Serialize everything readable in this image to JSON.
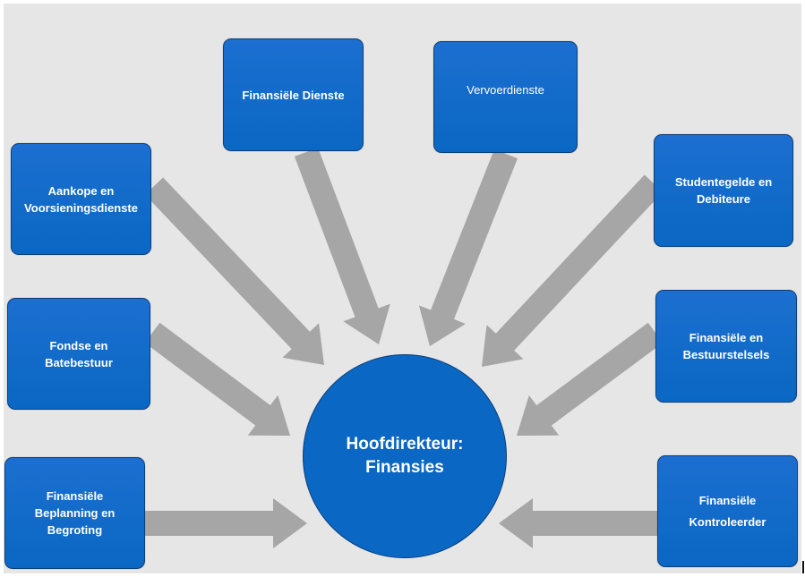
{
  "colors": {
    "box_fill": "#0a67c3",
    "box_fill_top": "#1c6fd0",
    "arrow": "#a6a6a6",
    "background": "#e6e6e6"
  },
  "center": {
    "label": "Hoofdirekteur:\nFinansies"
  },
  "departments": [
    {
      "id": "finansiele-dienste",
      "label": "Finansiële Dienste"
    },
    {
      "id": "vervoerdienste",
      "label": "Vervoerdienste"
    },
    {
      "id": "aankope-en-voorsieningsdienste",
      "label": "Aankope en\nVoorsieningsdienste"
    },
    {
      "id": "studentegelde-en-debiteure",
      "label": "Studentegelde  en\nDebiteure"
    },
    {
      "id": "fondse-en-batebestuur",
      "label": "Fondse en\nBatebestuur"
    },
    {
      "id": "finansiele-en-bestuurstelsels",
      "label": "Finansiële en\nBestuurstelsels"
    },
    {
      "id": "finansiele-beplanning-en-begroting",
      "label": "Finansiële\nBeplanning en\nBegroting"
    },
    {
      "id": "finansiele-kontroleerder",
      "label": "Finansiële\n\nKontroleerder"
    }
  ]
}
